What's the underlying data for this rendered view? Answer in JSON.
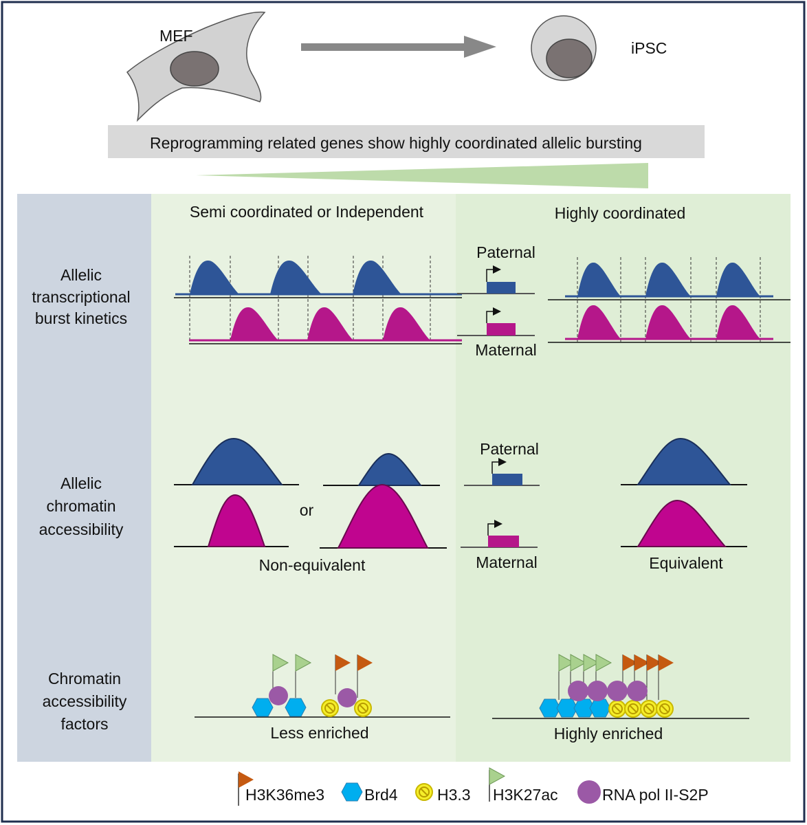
{
  "top": {
    "mef_label": "MEF",
    "ipsc_label": "iPSC",
    "banner": "Reprogramming related genes show highly coordinated allelic bursting"
  },
  "columns": {
    "left_header": "Semi coordinated or Independent",
    "right_header": "Highly coordinated"
  },
  "rows": {
    "burst": [
      "Allelic",
      "transcriptional",
      "burst kinetics"
    ],
    "accessibility": [
      "Allelic",
      "chromatin",
      "accessibility"
    ],
    "factors": [
      "Chromatin",
      "accessibility",
      "factors"
    ]
  },
  "burst": {
    "paternal": "Paternal",
    "maternal": "Maternal"
  },
  "access": {
    "paternal": "Paternal",
    "maternal": "Maternal",
    "or": "or",
    "left_caption": "Non-equivalent",
    "right_caption": "Equivalent"
  },
  "factors": {
    "left_caption": "Less enriched",
    "right_caption": "Highly enriched"
  },
  "legend": {
    "h3k36me3": "H3K36me3",
    "brd4": "Brd4",
    "h33": "H3.3",
    "h3k27ac": "H3K27ac",
    "rnapol": "RNA pol II-S2P"
  },
  "colors": {
    "paternal": "#2e5597",
    "maternal": "#b5178a",
    "brd4": "#00aeef",
    "h33": "#f5ee2a",
    "rnapol": "#9b59a6",
    "h3k27ac": "#a9d18e",
    "h3k36me3": "#c55a11"
  }
}
